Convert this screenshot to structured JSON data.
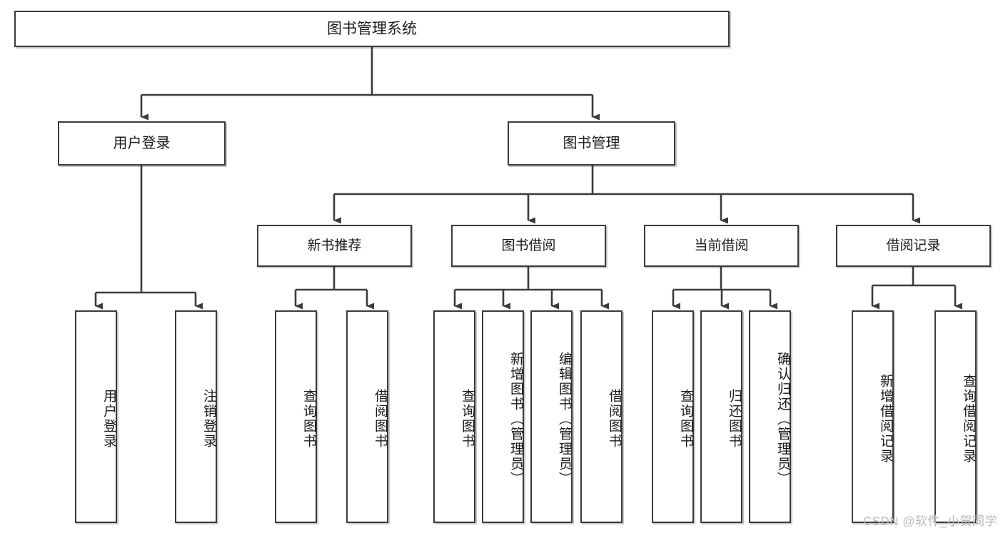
{
  "diagram": {
    "title": "图书管理系统",
    "type": "tree-hierarchy-chart",
    "root": {
      "label": "图书管理系统"
    },
    "level2": [
      {
        "label": "用户登录"
      },
      {
        "label": "图书管理"
      }
    ],
    "level3": [
      {
        "label": "新书推荐"
      },
      {
        "label": "图书借阅"
      },
      {
        "label": "当前借阅"
      },
      {
        "label": "借阅记录"
      }
    ],
    "leaves": [
      {
        "label": "用户登录"
      },
      {
        "label": "注销登录"
      },
      {
        "label": "查询图书"
      },
      {
        "label": "借阅图书"
      },
      {
        "label": "查询图书"
      },
      {
        "label": "新增图书（管理员）"
      },
      {
        "label": "编辑图书（管理员）"
      },
      {
        "label": "借阅图书"
      },
      {
        "label": "查询图书"
      },
      {
        "label": "归还图书"
      },
      {
        "label": "确认归还（管理员）"
      },
      {
        "label": "新增借阅记录"
      },
      {
        "label": "查询借阅记录"
      }
    ]
  },
  "watermark": {
    "text": "CSDN @软件_小贺同学"
  },
  "colors": {
    "stroke": "#3b3b3b",
    "fill": "#ffffff",
    "text": "#1b1b1b",
    "watermark": "#b9b9b9"
  }
}
